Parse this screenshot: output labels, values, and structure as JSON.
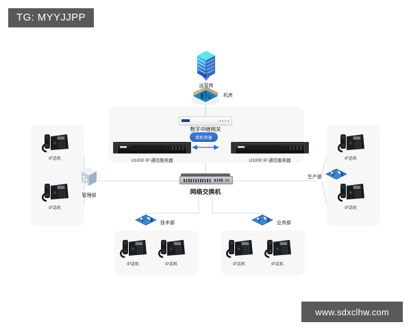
{
  "overlay": {
    "tg_tag": "TG: MYYJJPP",
    "watermark": "www.sdxclhw.com"
  },
  "diagram": {
    "carrier": {
      "label": "运营商",
      "icon": "datacenter-tower-icon"
    },
    "machine_room": {
      "label": "机房",
      "icon": "server-room-icon"
    },
    "gateway": {
      "label": "数字中继网关",
      "icon": "gateway-appliance-icon"
    },
    "ha_badge": "双机热备",
    "servers": [
      {
        "label": "U1000 IP 通信服务器",
        "position": "left"
      },
      {
        "label": "U1000 IP 通信服务器",
        "position": "right"
      }
    ],
    "switch": {
      "label": "网络交换机",
      "icon": "network-switch-icon"
    },
    "departments": [
      {
        "id": "mgmt",
        "label": "管理部",
        "icon": "office-building-icon"
      },
      {
        "id": "prod",
        "label": "生产部",
        "icon": "factory-icon"
      },
      {
        "id": "tech",
        "label": "技术部",
        "icon": "factory-icon"
      },
      {
        "id": "biz",
        "label": "业务部",
        "icon": "factory-icon"
      }
    ],
    "phones": [
      {
        "id": "left-1",
        "label": "IP话机"
      },
      {
        "id": "left-2",
        "label": "IP话机"
      },
      {
        "id": "right-1",
        "label": "IP话机"
      },
      {
        "id": "right-2",
        "label": "IP话机"
      },
      {
        "id": "tech-1",
        "label": "IP话机"
      },
      {
        "id": "tech-2",
        "label": "IP话机"
      },
      {
        "id": "biz-1",
        "label": "IP话机"
      },
      {
        "id": "biz-2",
        "label": "IP话机"
      }
    ]
  },
  "colors": {
    "tag_bg": "#58595b",
    "panel_bg": "#f7f7f8",
    "link_line": "#cfd8de",
    "ha_blue": "#2f66b8",
    "arrow_blue": "#2f6fc4",
    "server_black": "#18191c",
    "background": "#ffffff"
  }
}
